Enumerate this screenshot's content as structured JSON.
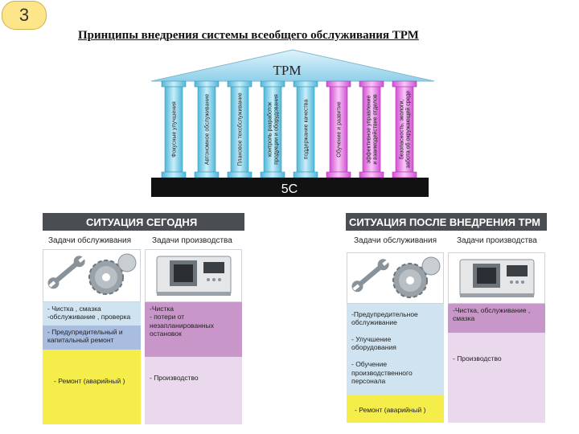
{
  "badge": "3",
  "title": "Принципы внедрения системы всеобщего обслуживания ТРМ",
  "temple": {
    "roof_label": "ТРМ",
    "base_label": "5С",
    "columns": [
      {
        "label": "Фокусные улучшения",
        "color": "#7fd4ec"
      },
      {
        "label": "Автономное обслуживание",
        "color": "#7fd4ec"
      },
      {
        "label": "Плановое техобслуживание",
        "color": "#7fd4ec"
      },
      {
        "label": "контроль разработок продукции и оборудования",
        "color": "#7fd4ec"
      },
      {
        "label": "поддержание качества",
        "color": "#7fd4ec"
      },
      {
        "label": "Обучение и развитие",
        "color": "#e87de8"
      },
      {
        "label": "эффективное управление и взаимодействие отделов",
        "color": "#e87de8"
      },
      {
        "label": "безопасность, экологи, забота об окружающей среде",
        "color": "#e87de8"
      }
    ]
  },
  "panels": [
    {
      "header": "СИТУАЦИЯ СЕГОДНЯ",
      "left_subtitle": "Задачи обслуживания",
      "right_subtitle": "Задачи производства",
      "left_cells": [
        {
          "text": "- Чистка ,  смазка\n-обслуживание , проверка",
          "color": "#cfe4f0"
        },
        {
          "text": "- Предупредительный   и\nкапитальный  ремонт",
          "color": "#a9bde0"
        },
        {
          "text": "- Ремонт (аварийный )",
          "color": "#f5ee4a"
        }
      ],
      "right_cells": [
        {
          "text": "-Чистка\n- потери от\nнезапланированных\nостановок",
          "color": "#c896c8"
        },
        {
          "text": "-  Производство",
          "color": "#ead8ec"
        }
      ]
    },
    {
      "header": "СИТУАЦИЯ ПОСЛЕ ВНЕДРЕНИЯ ТРМ",
      "left_subtitle": "Задачи обслуживания",
      "right_subtitle": "Задачи производства",
      "left_cells": [
        {
          "text": "-Предупредительное\nобслуживание\n\n- Улучшение\nоборудования\n\n- Обучение\nпроизводственного\nперсонала",
          "color": "#cfe4f0"
        },
        {
          "text": "- Ремонт (аварийный )",
          "color": "#f5ee4a"
        }
      ],
      "right_cells": [
        {
          "text": "-Чистка, обслуживание ,\nсмазка",
          "color": "#c896c8"
        },
        {
          "text": "-  Производство",
          "color": "#ead8ec"
        }
      ]
    }
  ]
}
